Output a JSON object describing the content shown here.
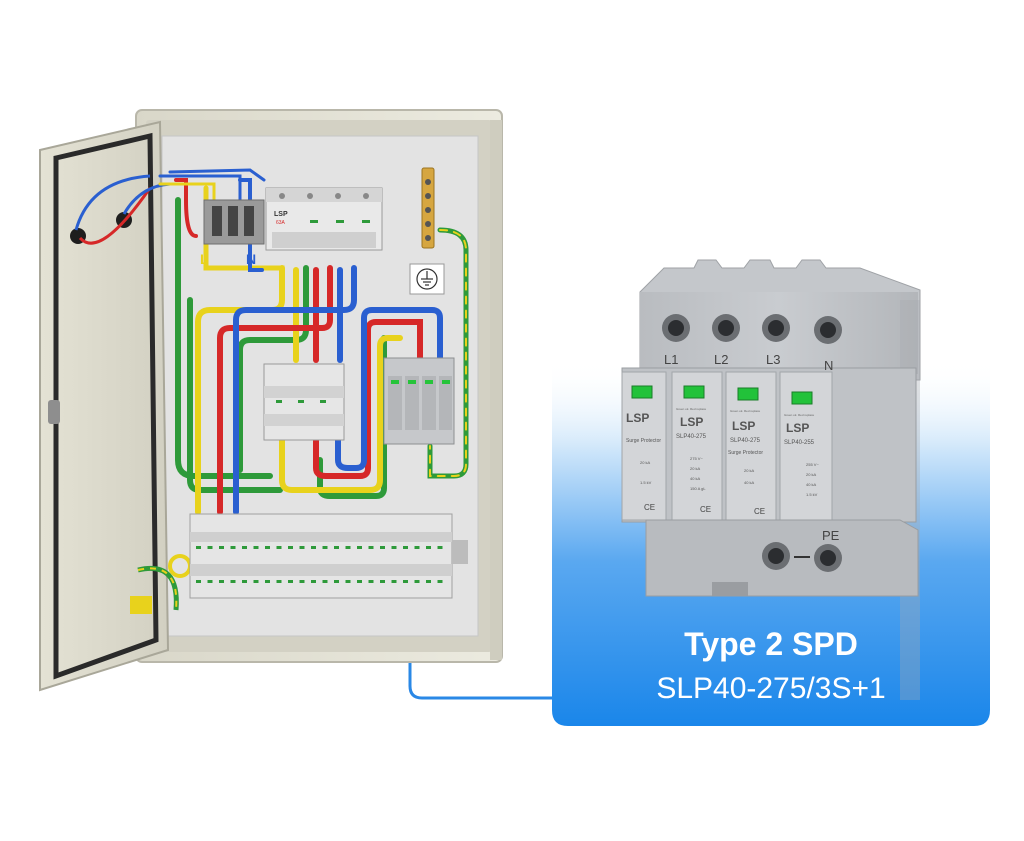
{
  "callout": {
    "title": "Type 2 SPD",
    "model": "SLP40-275/3S+1"
  },
  "enclosure": {
    "terminal_labels": [
      "L",
      "N"
    ],
    "main_breaker_brand": "LSP",
    "main_breaker_rating": "63A"
  },
  "spd_device": {
    "terminal_labels": [
      "L1",
      "L2",
      "L3",
      "N",
      "PE"
    ],
    "brand": "LSP",
    "model_line": "SLP40-275",
    "model_line_n": "SLP40-255",
    "product_name": "Surge Protector",
    "status_text": "Green ok. Red replace",
    "specs": [
      "275 V~",
      "20 kA",
      "40 kA",
      "1.5 kV",
      "150 A gL"
    ],
    "specs_n": [
      "255 V~",
      "20 kA",
      "40 kA",
      "1.5 kV"
    ],
    "ce_mark": "CE"
  },
  "colors": {
    "callout_top": "#ffffff",
    "callout_bottom": "#1a86ea",
    "leader_line": "#2a88e6",
    "wire_red": "#d62828",
    "wire_blue": "#2a5fd0",
    "wire_yellow": "#e8d21c",
    "wire_green": "#2e9a3a",
    "enclosure": "#e8e6d8"
  }
}
